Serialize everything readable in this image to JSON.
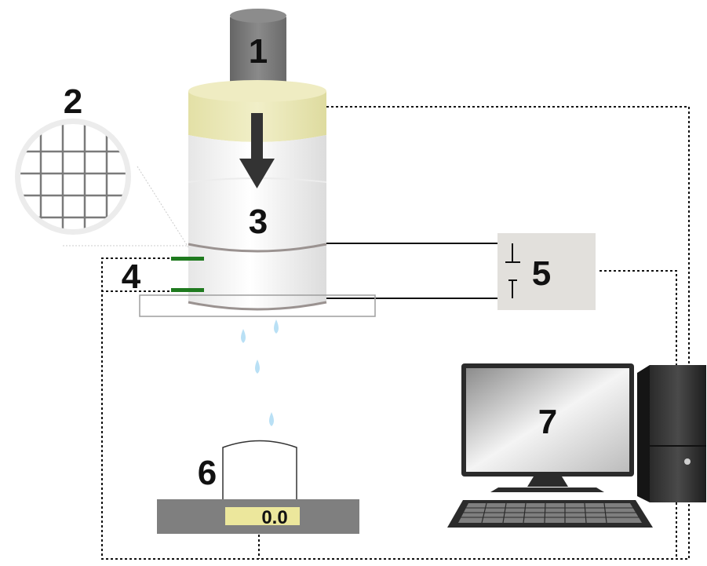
{
  "labels": {
    "piston": "1",
    "mesh": "2",
    "cell": "3",
    "electrodes": "4",
    "power_supply": "5",
    "balance": "6",
    "computer": "7"
  },
  "balance_display": "0.0",
  "colors": {
    "cap": "#e9e6b4",
    "piston": "#7a7a7a",
    "electrode": "#1f7a1f",
    "drop": "#b9e0f5",
    "power_box": "#e2e0dc",
    "balance_base": "#7f7f7f",
    "balance_display": "#ece79c"
  }
}
